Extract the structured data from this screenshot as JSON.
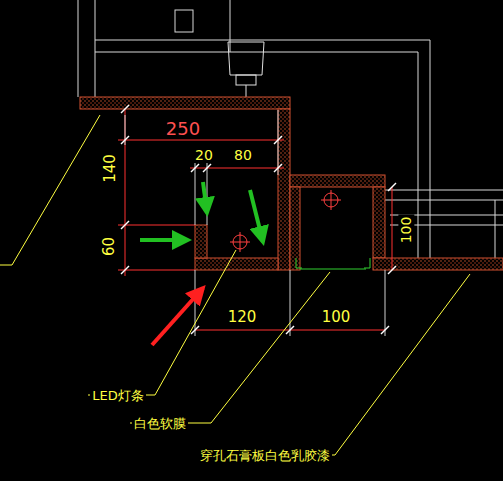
{
  "diagram": {
    "labels": [
      "250",
      "140",
      "20",
      "80",
      "60",
      "120",
      "100",
      "100",
      "LED灯条",
      "白色软膜",
      "穿孔石膏板白色乳胶漆"
    ]
  }
}
